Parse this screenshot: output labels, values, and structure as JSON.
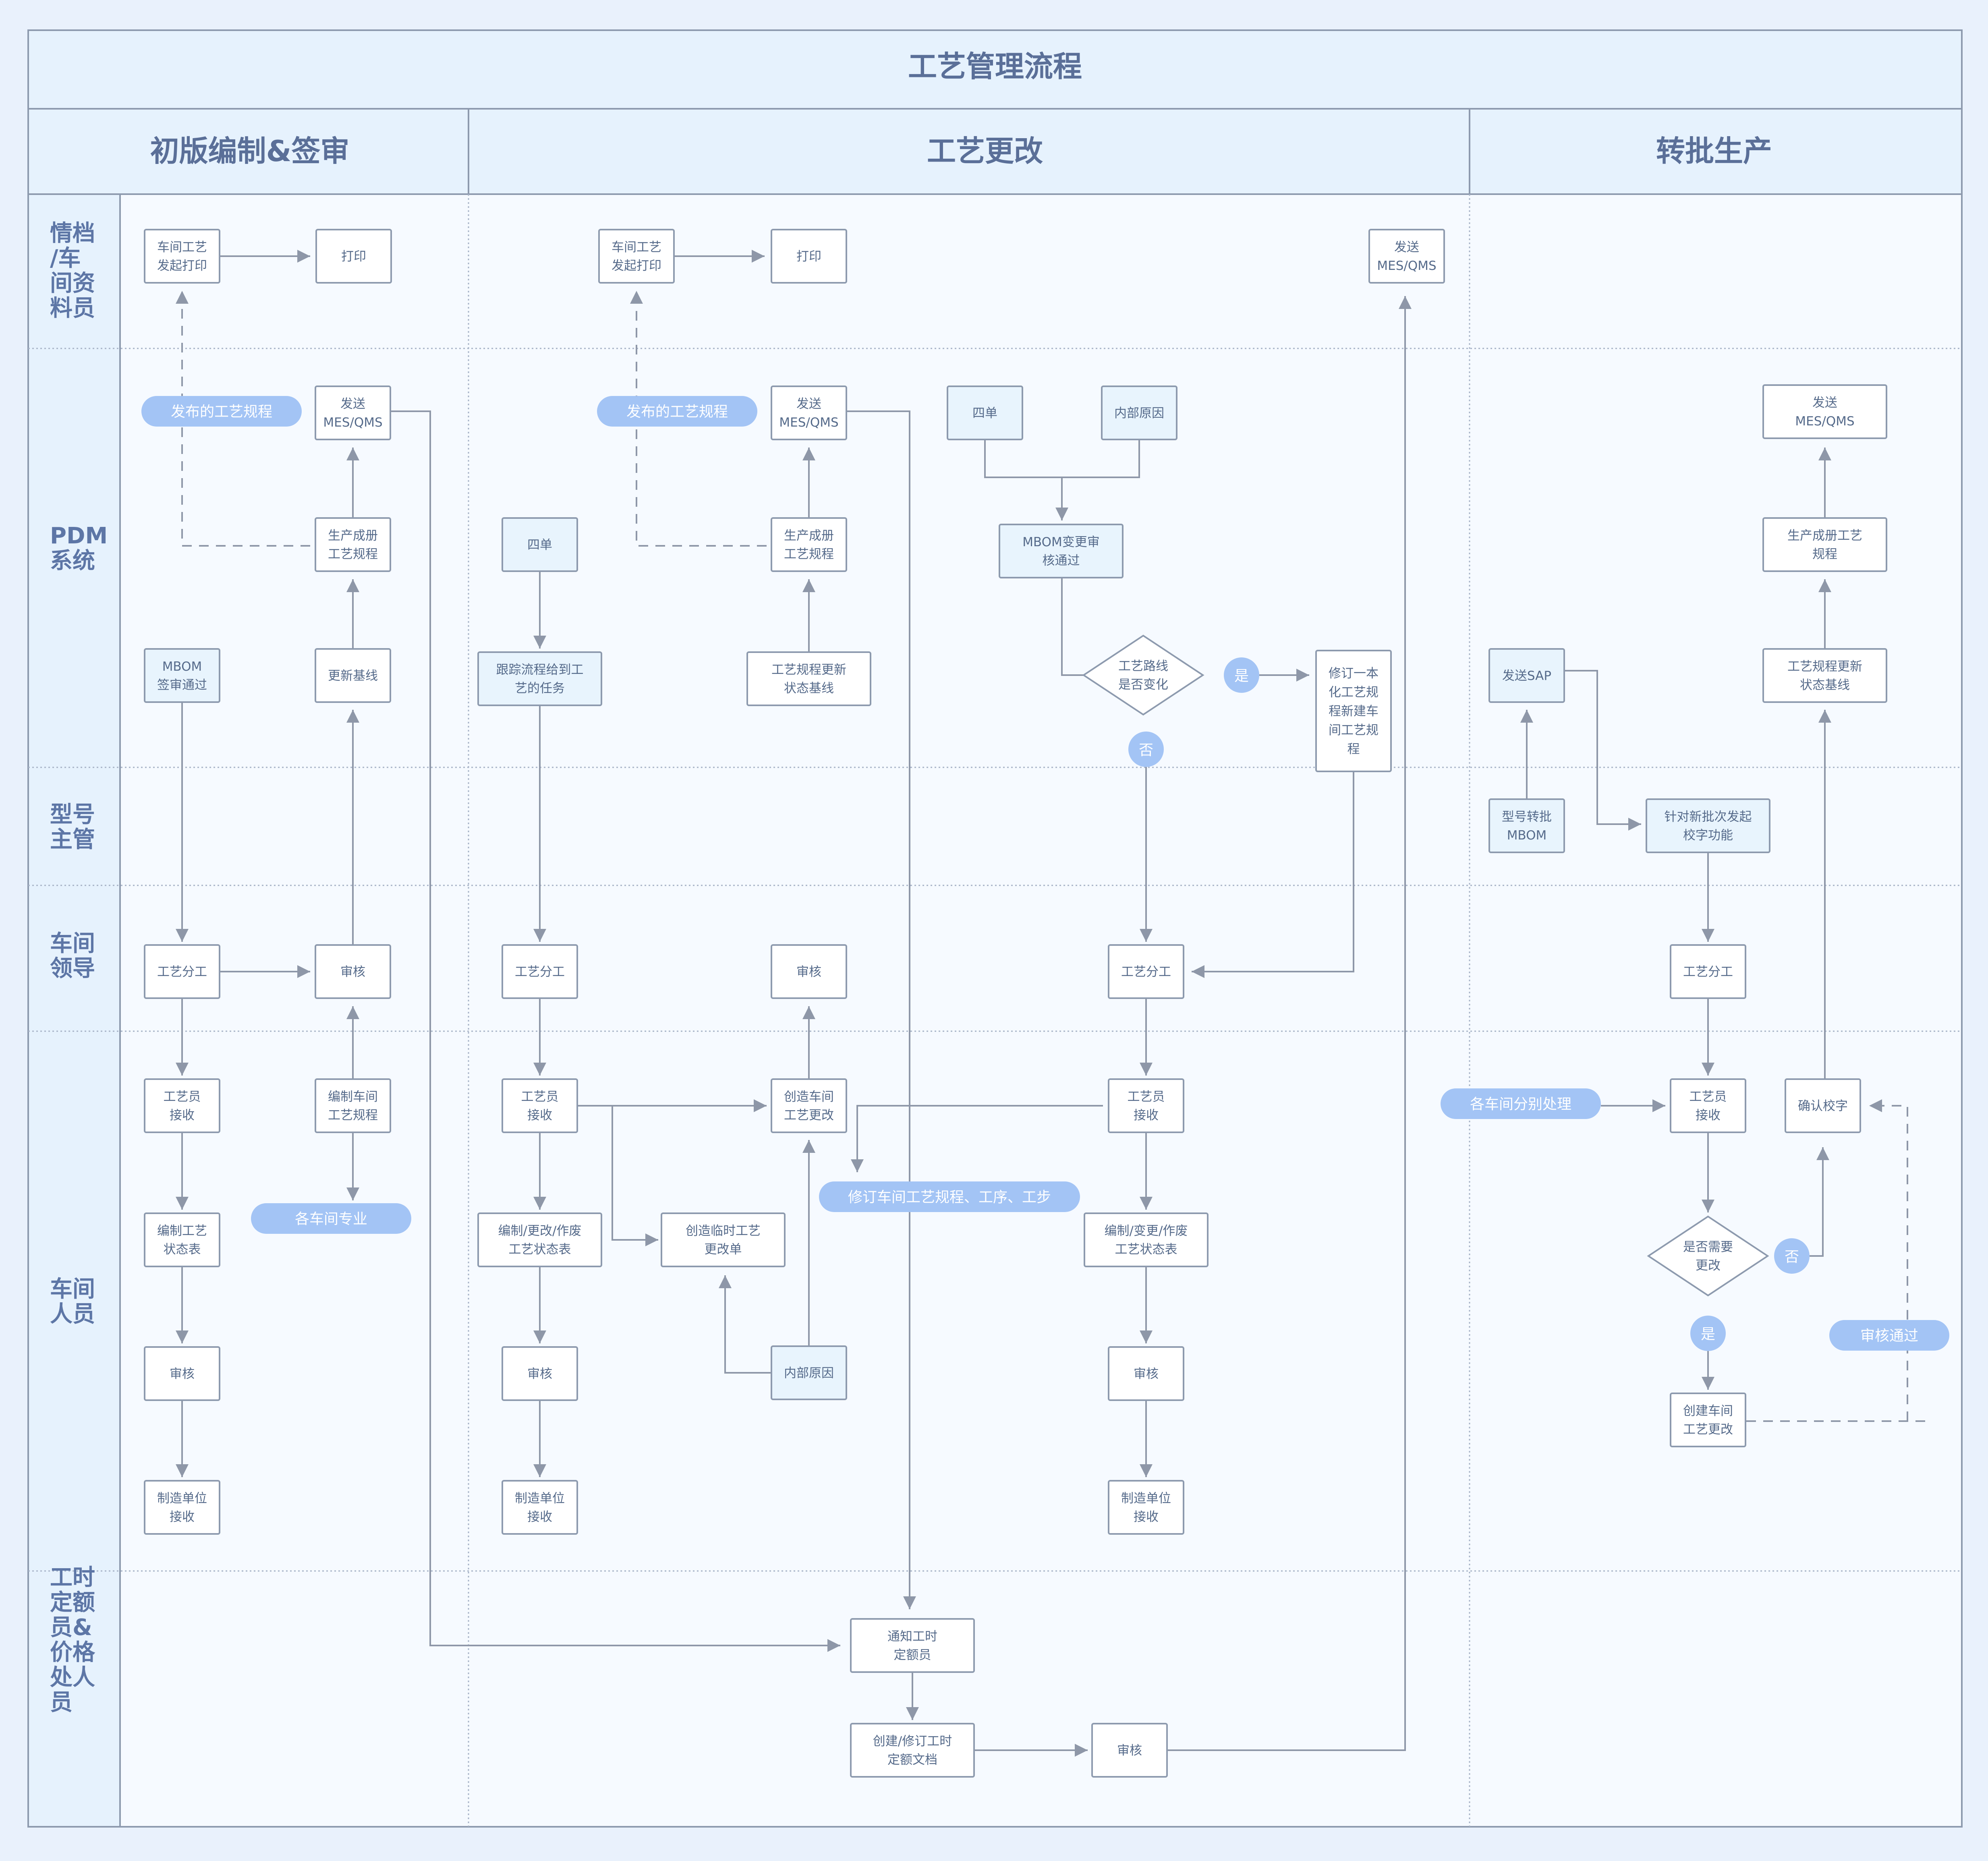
{
  "title": "工艺管理流程",
  "phases": {
    "p1": "初版编制&签审",
    "p2": "工艺更改",
    "p3": "转批生产"
  },
  "lanes": {
    "l1": [
      "情档",
      "/车",
      "间资",
      "料员"
    ],
    "l2": [
      "PDM",
      "系统"
    ],
    "l3": [
      "型号",
      "主管"
    ],
    "l4": [
      "车间",
      "领导"
    ],
    "l5": [
      "车间",
      "人员"
    ],
    "l6": [
      "工时",
      "定额",
      "员&",
      "价格",
      "处人",
      "员"
    ]
  },
  "nodes": {
    "a1": [
      "车间工艺",
      "发起打印"
    ],
    "a2": [
      "打印"
    ],
    "a3": [
      "发送",
      "MES/QMS"
    ],
    "a4": [
      "生产成册",
      "工艺规程"
    ],
    "a5": [
      "更新基线"
    ],
    "a6": [
      "MBOM",
      "签审通过"
    ],
    "a7": [
      "工艺分工"
    ],
    "a8": [
      "审核"
    ],
    "a9": [
      "工艺员",
      "接收"
    ],
    "a10": [
      "编制车间",
      "工艺规程"
    ],
    "a11": [
      "编制工艺",
      "状态表"
    ],
    "a12": [
      "审核"
    ],
    "a13": [
      "制造单位",
      "接收"
    ],
    "b1": [
      "车间工艺",
      "发起打印"
    ],
    "b2": [
      "打印"
    ],
    "b3": [
      "发送",
      "MES/QMS"
    ],
    "b4": [
      "生产成册",
      "工艺规程"
    ],
    "b5": [
      "四单"
    ],
    "b6": [
      "跟踪流程给到工",
      "艺的任务"
    ],
    "b7": [
      "工艺规程更新",
      "状态基线"
    ],
    "b8": [
      "工艺分工"
    ],
    "b9": [
      "审核"
    ],
    "b10": [
      "工艺员",
      "接收"
    ],
    "b11": [
      "创造车间",
      "工艺更改"
    ],
    "b12": [
      "编制/更改/作废",
      "工艺状态表"
    ],
    "b13": [
      "创造临时工艺",
      "更改单"
    ],
    "b14": [
      "内部原因"
    ],
    "b15": [
      "审核"
    ],
    "b16": [
      "制造单位",
      "接收"
    ],
    "c1": [
      "发送",
      "MES/QMS"
    ],
    "c2": [
      "四单"
    ],
    "c3": [
      "内部原因"
    ],
    "c4": [
      "MBOM变更审",
      "核通过"
    ],
    "c5": [
      "工艺路线",
      "是否变化"
    ],
    "c6": [
      "修订一本",
      "化工艺规",
      "程新建车",
      "间工艺规",
      "程"
    ],
    "c7": [
      "工艺分工"
    ],
    "c8": [
      "工艺员",
      "接收"
    ],
    "c9": [
      "编制/变更/作废",
      "工艺状态表"
    ],
    "c10": [
      "审核"
    ],
    "c11": [
      "制造单位",
      "接收"
    ],
    "d1": [
      "发送",
      "MES/QMS"
    ],
    "d2": [
      "生产成册工艺",
      "规程"
    ],
    "d3": [
      "工艺规程更新",
      "状态基线"
    ],
    "d4": [
      "发送SAP"
    ],
    "d5": [
      "型号转批",
      "MBOM"
    ],
    "d6": [
      "针对新批次发起",
      "校字功能"
    ],
    "d7": [
      "工艺分工"
    ],
    "d8": [
      "工艺员",
      "接收"
    ],
    "d9": [
      "确认校字"
    ],
    "d10": [
      "是否需要",
      "更改"
    ],
    "d11": [
      "创建车间",
      "工艺更改"
    ],
    "e1": [
      "通知工时",
      "定额员"
    ],
    "e2": [
      "创建/修订工时",
      "定额文档"
    ],
    "e3": [
      "审核"
    ]
  },
  "pills": {
    "p1": "发布的工艺规程",
    "p2": "发布的工艺规程",
    "p3": "各车间专业",
    "p4": "修订车间工艺规程、工序、工步",
    "p5": "各车间分别处理",
    "p6": "审核通过"
  },
  "circles": {
    "c1": "是",
    "c2": "否",
    "c3": "否",
    "c4": "是"
  },
  "colors": {
    "background": "#e9f1fc",
    "frame_fill": "#f6faff",
    "header_fill": "#e6f2fd",
    "border": "#8d9aae",
    "node_text": "#556a8a",
    "pill": "#a3c4f5",
    "line": "#8e97a8"
  }
}
